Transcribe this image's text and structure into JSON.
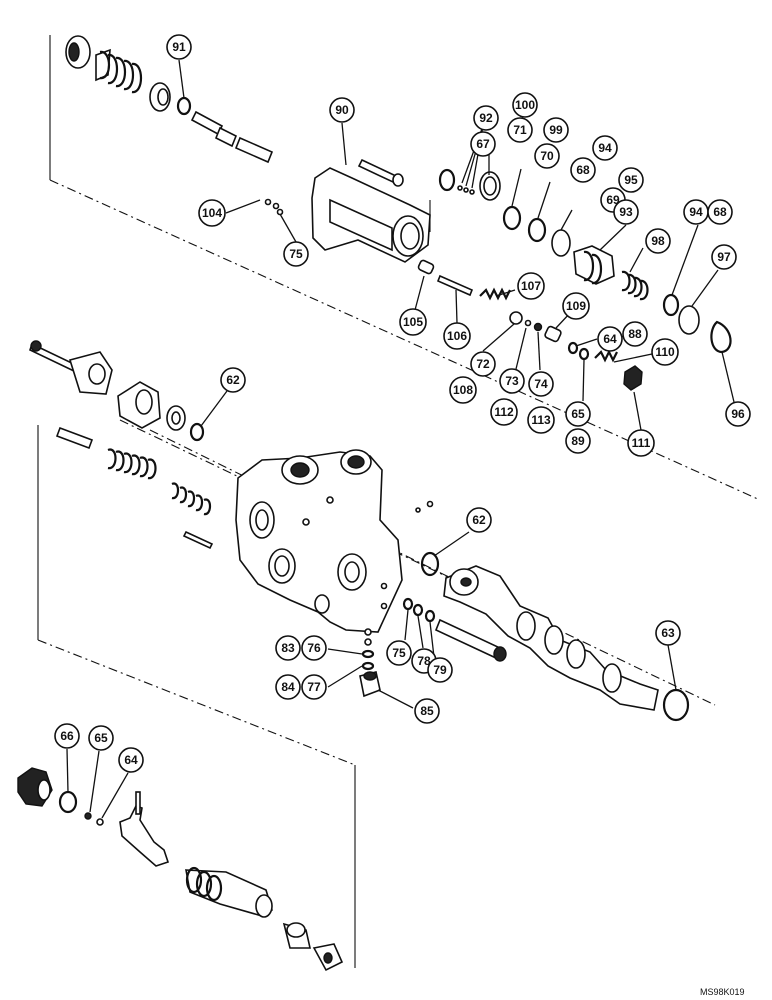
{
  "drawing_code": "MS98K019",
  "callouts": [
    {
      "id": "c91",
      "label": "91"
    },
    {
      "id": "c90",
      "label": "90"
    },
    {
      "id": "c92",
      "label": "92"
    },
    {
      "id": "c100",
      "label": "100"
    },
    {
      "id": "c67",
      "label": "67"
    },
    {
      "id": "c71",
      "label": "71"
    },
    {
      "id": "c99",
      "label": "99"
    },
    {
      "id": "c70",
      "label": "70"
    },
    {
      "id": "c94a",
      "label": "94"
    },
    {
      "id": "c68a",
      "label": "68"
    },
    {
      "id": "c95",
      "label": "95"
    },
    {
      "id": "c69",
      "label": "69"
    },
    {
      "id": "c93",
      "label": "93"
    },
    {
      "id": "c94b",
      "label": "94"
    },
    {
      "id": "c68b",
      "label": "68"
    },
    {
      "id": "c98",
      "label": "98"
    },
    {
      "id": "c97",
      "label": "97"
    },
    {
      "id": "c104",
      "label": "104"
    },
    {
      "id": "c75a",
      "label": "75"
    },
    {
      "id": "c107",
      "label": "107"
    },
    {
      "id": "c109",
      "label": "109"
    },
    {
      "id": "c64a",
      "label": "64"
    },
    {
      "id": "c88",
      "label": "88"
    },
    {
      "id": "c105",
      "label": "105"
    },
    {
      "id": "c106",
      "label": "106"
    },
    {
      "id": "c72",
      "label": "72"
    },
    {
      "id": "c73",
      "label": "73"
    },
    {
      "id": "c74",
      "label": "74"
    },
    {
      "id": "c108",
      "label": "108"
    },
    {
      "id": "c110",
      "label": "110"
    },
    {
      "id": "c65a",
      "label": "65"
    },
    {
      "id": "c112",
      "label": "112"
    },
    {
      "id": "c113",
      "label": "113"
    },
    {
      "id": "c89",
      "label": "89"
    },
    {
      "id": "c111",
      "label": "111"
    },
    {
      "id": "c96",
      "label": "96"
    },
    {
      "id": "c62a",
      "label": "62"
    },
    {
      "id": "c62b",
      "label": "62"
    },
    {
      "id": "c63",
      "label": "63"
    },
    {
      "id": "c83",
      "label": "83"
    },
    {
      "id": "c76",
      "label": "76"
    },
    {
      "id": "c75b",
      "label": "75"
    },
    {
      "id": "c78",
      "label": "78"
    },
    {
      "id": "c79",
      "label": "79"
    },
    {
      "id": "c84",
      "label": "84"
    },
    {
      "id": "c77",
      "label": "77"
    },
    {
      "id": "c85",
      "label": "85"
    },
    {
      "id": "c66",
      "label": "66"
    },
    {
      "id": "c65b",
      "label": "65"
    },
    {
      "id": "c64b",
      "label": "64"
    }
  ]
}
